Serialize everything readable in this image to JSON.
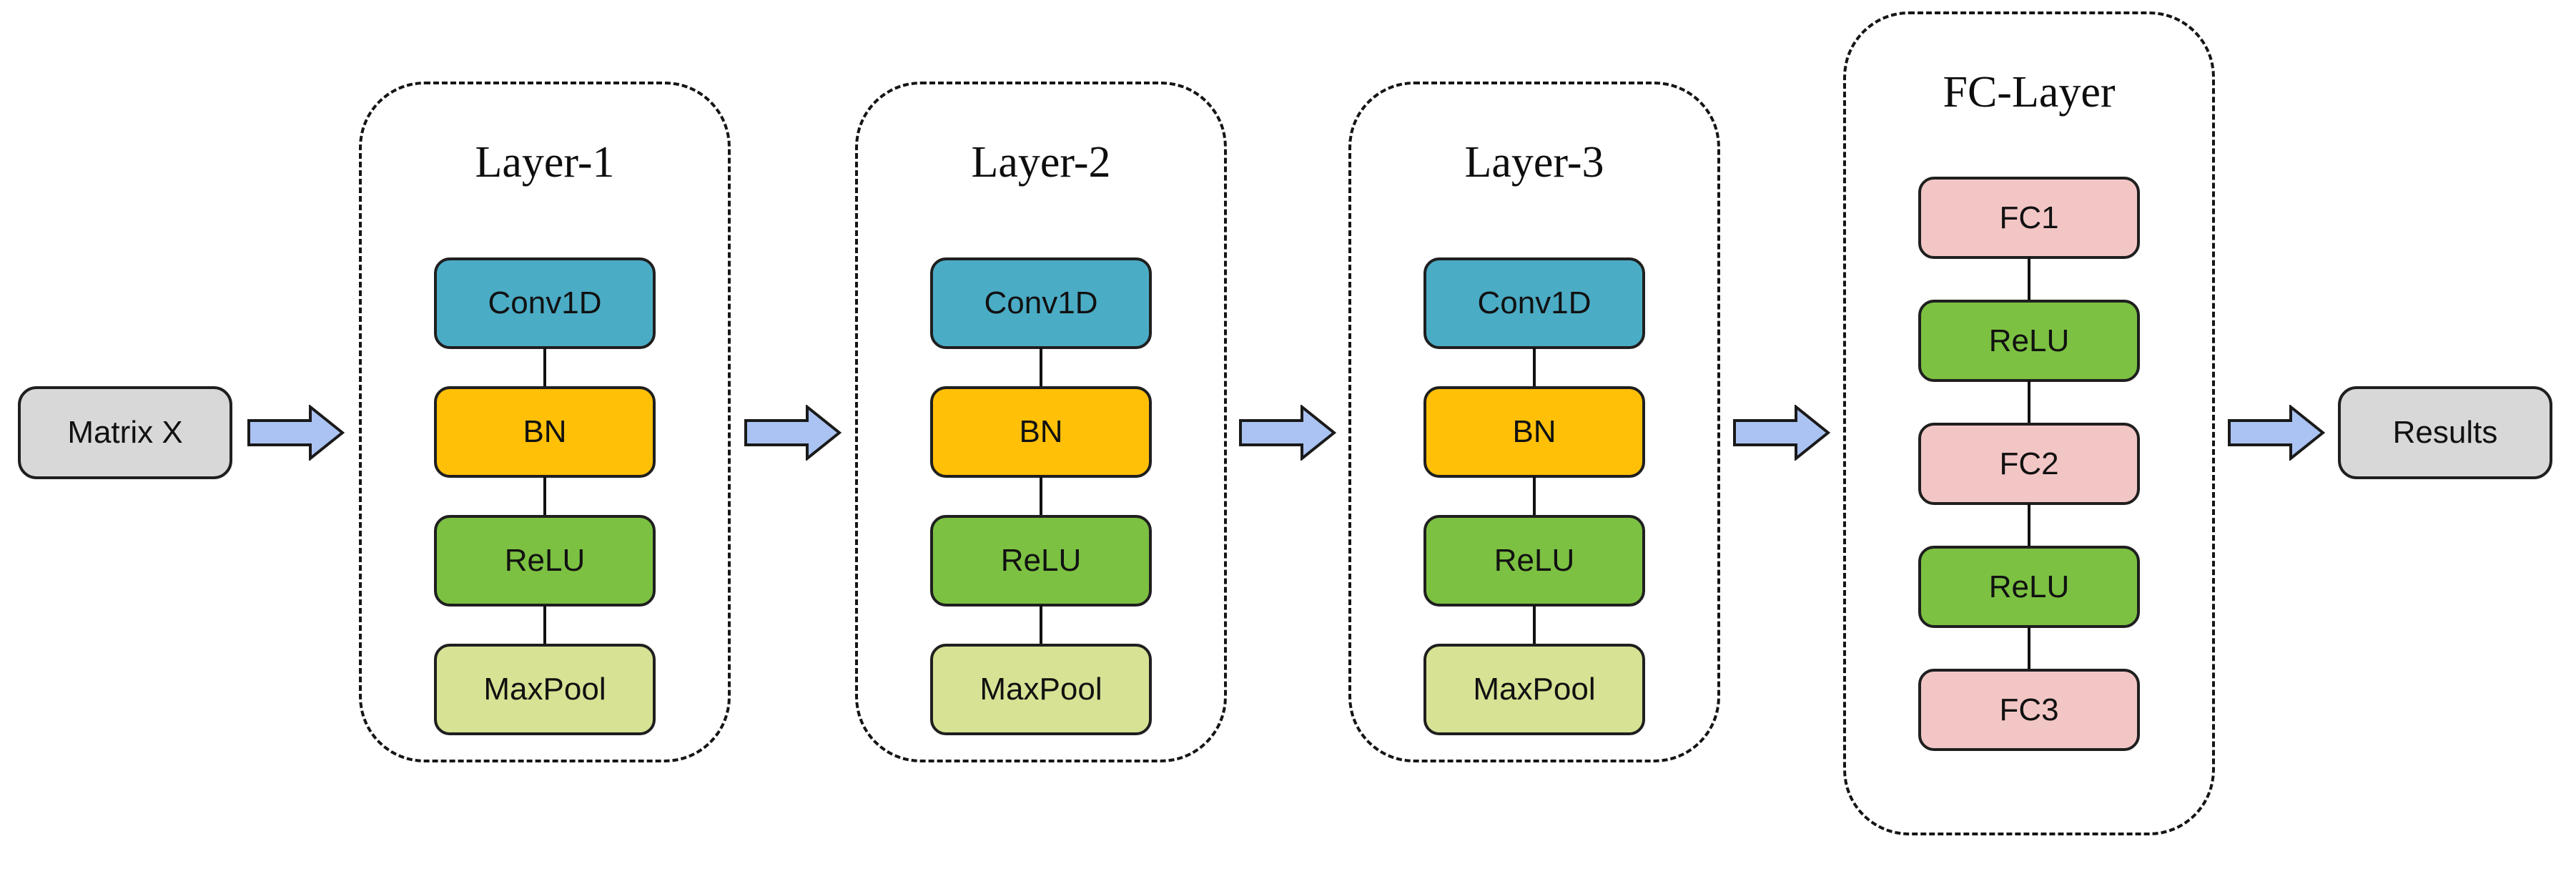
{
  "diagram": {
    "input_label": "Matrix X",
    "output_label": "Results",
    "layers": [
      {
        "title": "Layer-1",
        "blocks": [
          {
            "label": "Conv1D",
            "type": "conv"
          },
          {
            "label": "BN",
            "type": "bn"
          },
          {
            "label": "ReLU",
            "type": "relu"
          },
          {
            "label": "MaxPool",
            "type": "maxpool"
          }
        ]
      },
      {
        "title": "Layer-2",
        "blocks": [
          {
            "label": "Conv1D",
            "type": "conv"
          },
          {
            "label": "BN",
            "type": "bn"
          },
          {
            "label": "ReLU",
            "type": "relu"
          },
          {
            "label": "MaxPool",
            "type": "maxpool"
          }
        ]
      },
      {
        "title": "Layer-3",
        "blocks": [
          {
            "label": "Conv1D",
            "type": "conv"
          },
          {
            "label": "BN",
            "type": "bn"
          },
          {
            "label": "ReLU",
            "type": "relu"
          },
          {
            "label": "MaxPool",
            "type": "maxpool"
          }
        ]
      }
    ],
    "fc": {
      "title": "FC-Layer",
      "blocks": [
        {
          "label": "FC1",
          "type": "fc"
        },
        {
          "label": "ReLU",
          "type": "relu"
        },
        {
          "label": "FC2",
          "type": "fc"
        },
        {
          "label": "ReLU",
          "type": "relu"
        },
        {
          "label": "FC3",
          "type": "fc"
        }
      ]
    },
    "colors": {
      "conv": "#4bacc6",
      "bn": "#ffc007",
      "relu": "#7cc142",
      "maxpool": "#d7e294",
      "fc": "#f3c6c6",
      "terminal": "#d8d8d8",
      "arrow_fill": "#aac3f2",
      "arrow_stroke": "#1a1a1a"
    }
  }
}
